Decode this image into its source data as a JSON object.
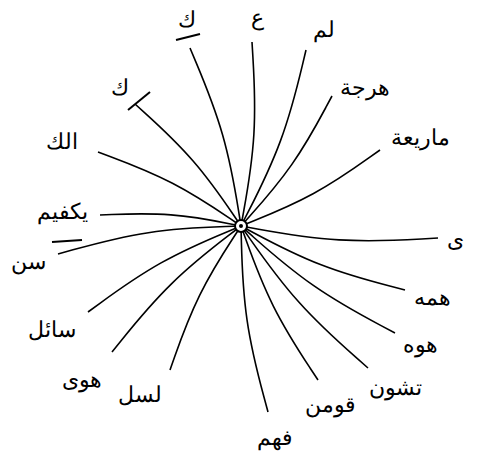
{
  "diagram": {
    "labels": [
      "ك",
      "ع",
      "لم",
      "هرجة",
      "ماريعة",
      "ی",
      "همه",
      "هوه",
      "تشون",
      "قومن",
      "فهم",
      "لسل",
      "هوی",
      "سائل",
      "سن",
      "يكفيم",
      "الك",
      "ك"
    ]
  }
}
